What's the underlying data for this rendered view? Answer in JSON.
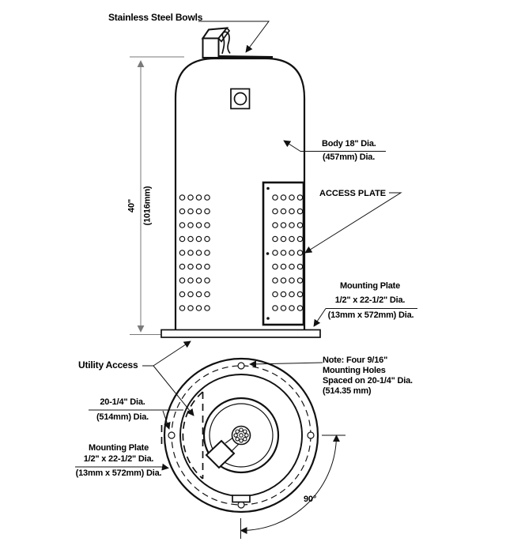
{
  "labels": {
    "bowls": "Stainless Steel Bowls",
    "body_dia": [
      "Body 18\" Dia.",
      "(457mm) Dia."
    ],
    "access_plate": "ACCESS PLATE",
    "height": [
      "40\"",
      "(1016mm)"
    ],
    "mounting_plate_right": [
      "Mounting Plate",
      "1/2\" x 22-1/2\" Dia.",
      "(13mm x 572mm) Dia."
    ],
    "utility_access": "Utility Access",
    "note": [
      "Note: Four 9/16\"",
      "Mounting Holes",
      "Spaced on 20-1/4\" Dia.",
      "(514.35 mm)"
    ],
    "bolt_circle": [
      "20-1/4\" Dia.",
      "(514mm) Dia."
    ],
    "mounting_plate_left": [
      "Mounting Plate",
      "1/2\" x 22-1/2\" Dia.",
      "(13mm x 572mm) Dia."
    ],
    "angle": "90°"
  },
  "colors": {
    "ink": "#111111",
    "dim": "#7a7a7a",
    "background": "#ffffff"
  }
}
